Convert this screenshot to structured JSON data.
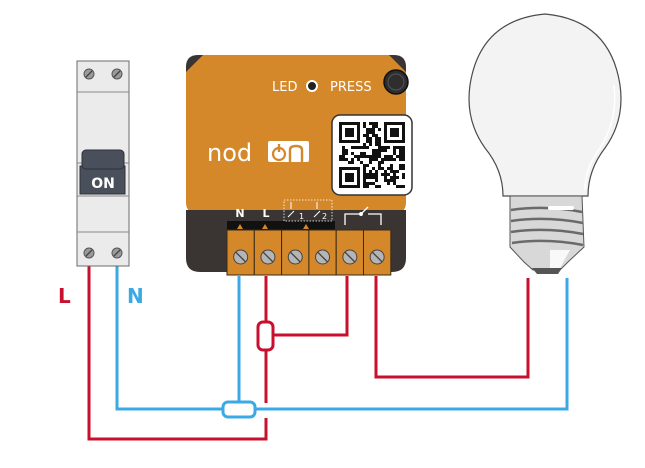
{
  "diagram": {
    "title": "NodOn relay switch wiring diagram",
    "colors": {
      "live": "#c8102e",
      "neutral": "#3aa9e6",
      "module_body": "#d4882a",
      "module_base": "#3a3533",
      "breaker_body": "#ebebeb",
      "breaker_toggle": "#4a4f5c"
    },
    "breaker": {
      "toggle_label": "ON",
      "supply_labels": {
        "live": "L",
        "neutral": "N"
      }
    },
    "module": {
      "brand": "nodon",
      "led_label": "LED",
      "press_label": "PRESS",
      "terminal_labels": [
        "N",
        "L",
        "1",
        "2"
      ],
      "terminal_count": 6
    },
    "lamp": {
      "name": "light-bulb"
    }
  }
}
